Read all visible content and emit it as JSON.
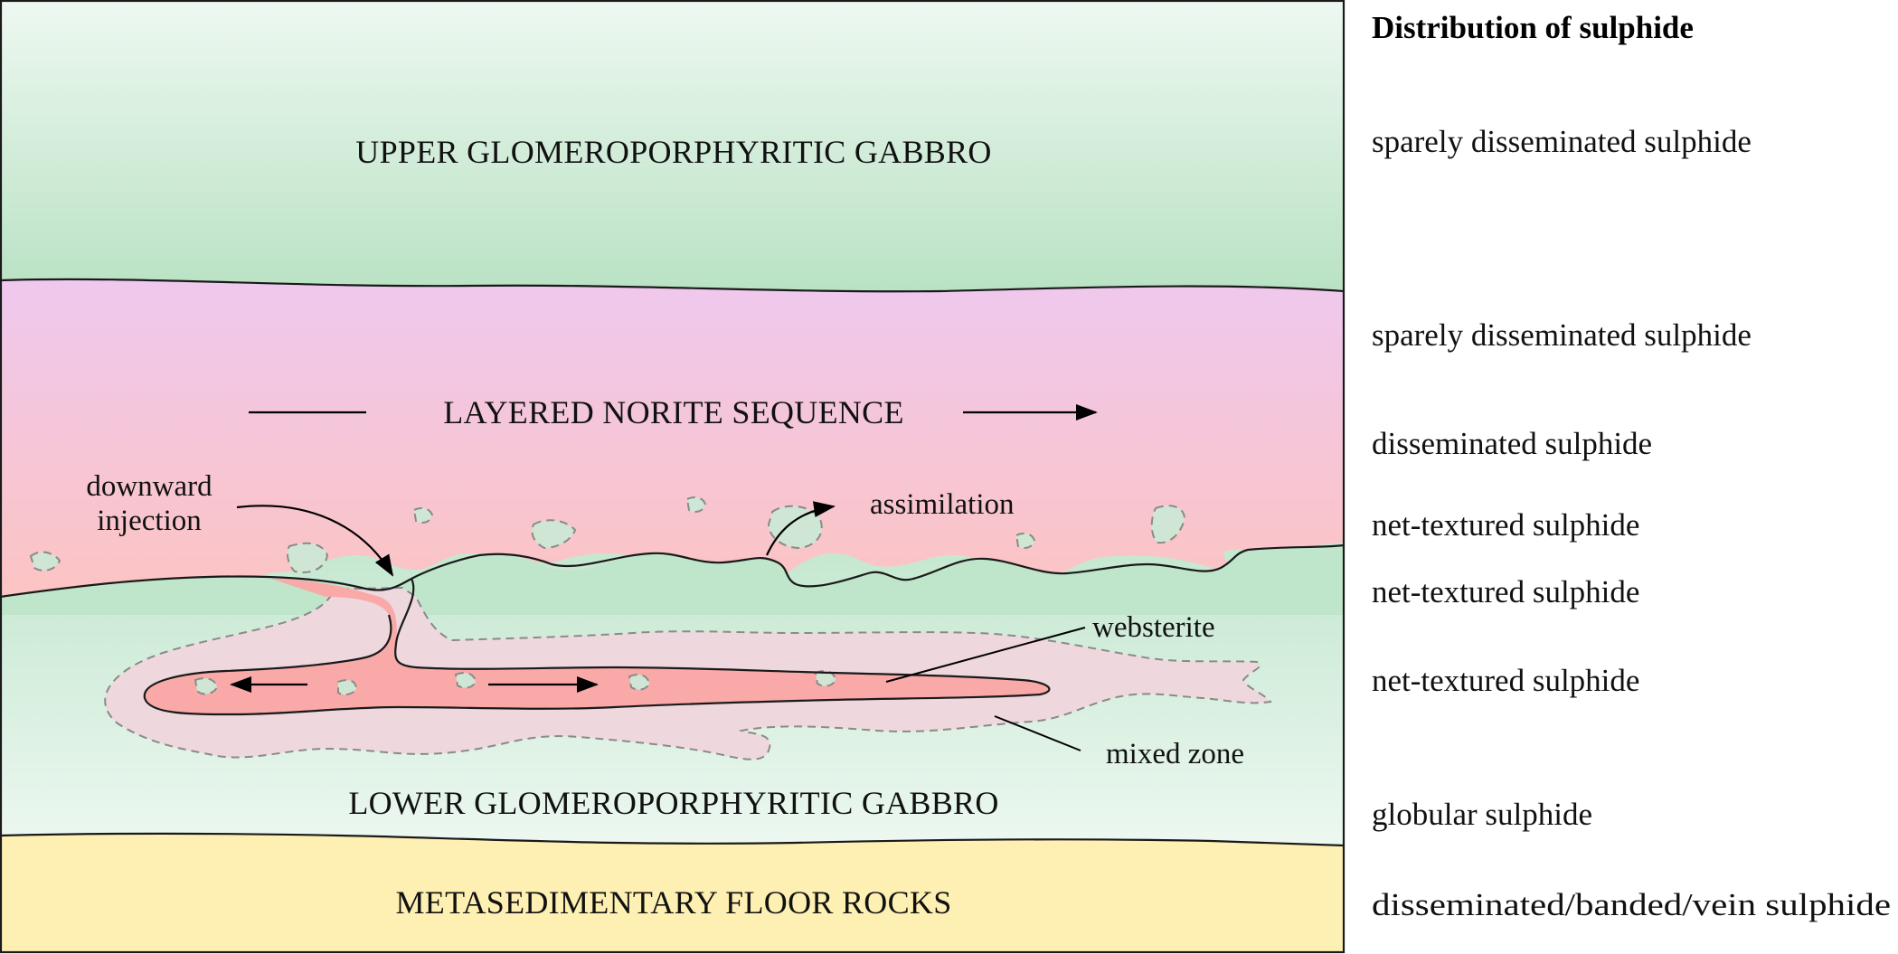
{
  "units": {
    "upper_gabbro": "UPPER GLOMEROPORPHYRITIC GABBRO",
    "norite": "LAYERED NORITE SEQUENCE",
    "lower_gabbro": "LOWER GLOMEROPORPHYRITIC GABBRO",
    "floor": "METASEDIMENTARY FLOOR ROCKS"
  },
  "annotations": {
    "injection_line1": "downward",
    "injection_line2": "injection",
    "assimilation": "assimilation",
    "websterite": "websterite",
    "mixed_zone": "mixed zone"
  },
  "legend": {
    "title": "Distribution of sulphide",
    "items": [
      "sparely disseminated sulphide",
      "sparely disseminated sulphide",
      "disseminated sulphide",
      "net-textured sulphide",
      "net-textured sulphide",
      "net-textured sulphide",
      "globular sulphide",
      "disseminated/banded/vein sulphide"
    ]
  },
  "colors": {
    "upper_gabbro_top": "#eef8f1",
    "upper_gabbro_bottom": "#b9e2c4",
    "norite_top": "#efc8ee",
    "norite_bottom": "#fcc4c2",
    "lower_gabbro_top": "#bfe5cb",
    "lower_gabbro_bottom": "#edf8f1",
    "mixed_zone": "#eed8dd",
    "websterite": "#f9a9a8",
    "xenolith": "#cfe6d4",
    "floor": "#fdf0b2"
  }
}
